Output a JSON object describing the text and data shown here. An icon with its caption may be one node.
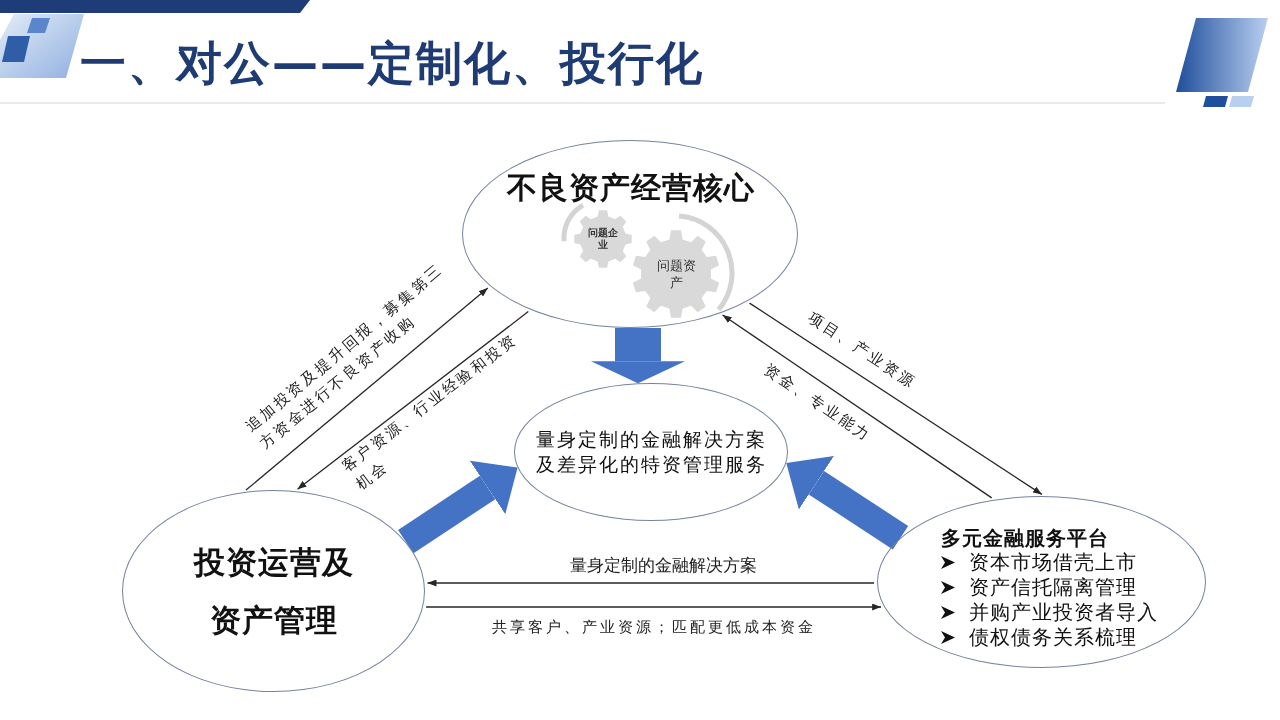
{
  "diagram": {
    "title": "一、对公——定制化、投行化",
    "nodes": [
      {
        "text": [
          "不良资产经营核心"
        ]
      },
      {
        "text": [
          "问题企业"
        ],
        "in": 0
      },
      {
        "text": [
          "问题资产"
        ],
        "in": 0
      },
      {
        "text": [
          "量身定制的金融解决方案及差异化的特资管理服务"
        ]
      },
      {
        "text": [
          "投资运营及资产管理"
        ]
      },
      {
        "text": [
          "多元金融服务平台",
          "资本市场借壳上市",
          "资产信托隔离管理",
          "并购产业投资者导入",
          "债权债务关系梳理"
        ]
      }
    ],
    "edges": [
      {
        "from": 4,
        "to": 0,
        "arrow": "to",
        "label": "追加投资及提升回报，募集第三方资金进行不良资产收购"
      },
      {
        "from": 0,
        "to": 4,
        "arrow": "to",
        "label": "客户资源、行业经验和投资机会"
      },
      {
        "from": 0,
        "to": 5,
        "arrow": "to",
        "label": "项目、产业资源"
      },
      {
        "from": 5,
        "to": 0,
        "arrow": "to",
        "label": "资金、专业能力"
      },
      {
        "from": 5,
        "to": 4,
        "arrow": "to",
        "label": "量身定制的金融解决方案"
      },
      {
        "from": 4,
        "to": 5,
        "arrow": "to",
        "label": "共享客户、产业资源；匹配更低成本资金"
      },
      {
        "from": 0,
        "to": 3,
        "arrow": "to",
        "style": "thick",
        "color": "#4472c4"
      },
      {
        "from": 4,
        "to": 3,
        "arrow": "to",
        "style": "thick",
        "color": "#4472c4"
      },
      {
        "from": 5,
        "to": 3,
        "arrow": "to",
        "style": "thick",
        "color": "#4472c4"
      }
    ]
  }
}
